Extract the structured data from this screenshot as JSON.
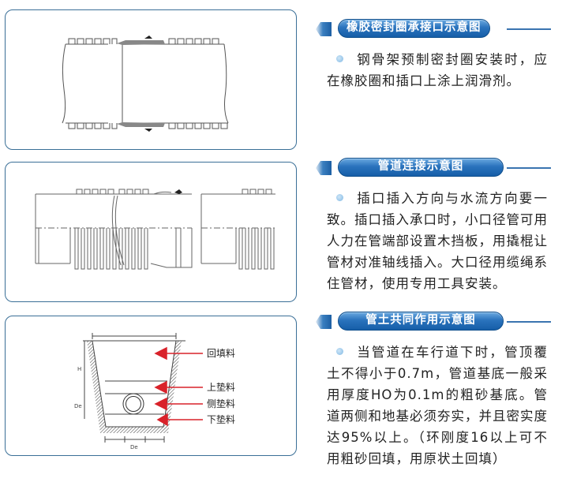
{
  "sections": [
    {
      "title": "橡胶密封圈承接口示意图",
      "text": "钢骨架预制密封圈安装时，应在橡胶圈和插口上涂上润滑剂。"
    },
    {
      "title": "管道连接示意图",
      "text": "插口插入方向与水流方向要一致。插口插入承口时，小口径管可用人力在管端部设置木挡板，用撬棍让管材对准轴线插入。大口径用缆绳系住管材，使用专用工具安装。"
    },
    {
      "title": "管土共同作用示意图",
      "text": "当管道在车行道下时，管顶覆土不得小于0.7m，管道基底一般采用厚度HO为0.1m的粗砂基底。管道两侧和地基必须夯实，并且密实度达95%以上。（环刚度16以上可不用粗砂回填，用原状土回填）"
    }
  ],
  "diagram3": {
    "labels": [
      "回填料",
      "上垫料",
      "侧垫料",
      "下垫料"
    ],
    "dim_h": "H",
    "dim_de_side": "De",
    "dim_de_bottom": "De"
  },
  "colors": {
    "accent": "#1d5fa3",
    "arrow": "#d9222a",
    "panel_border": "#3a6f97"
  }
}
